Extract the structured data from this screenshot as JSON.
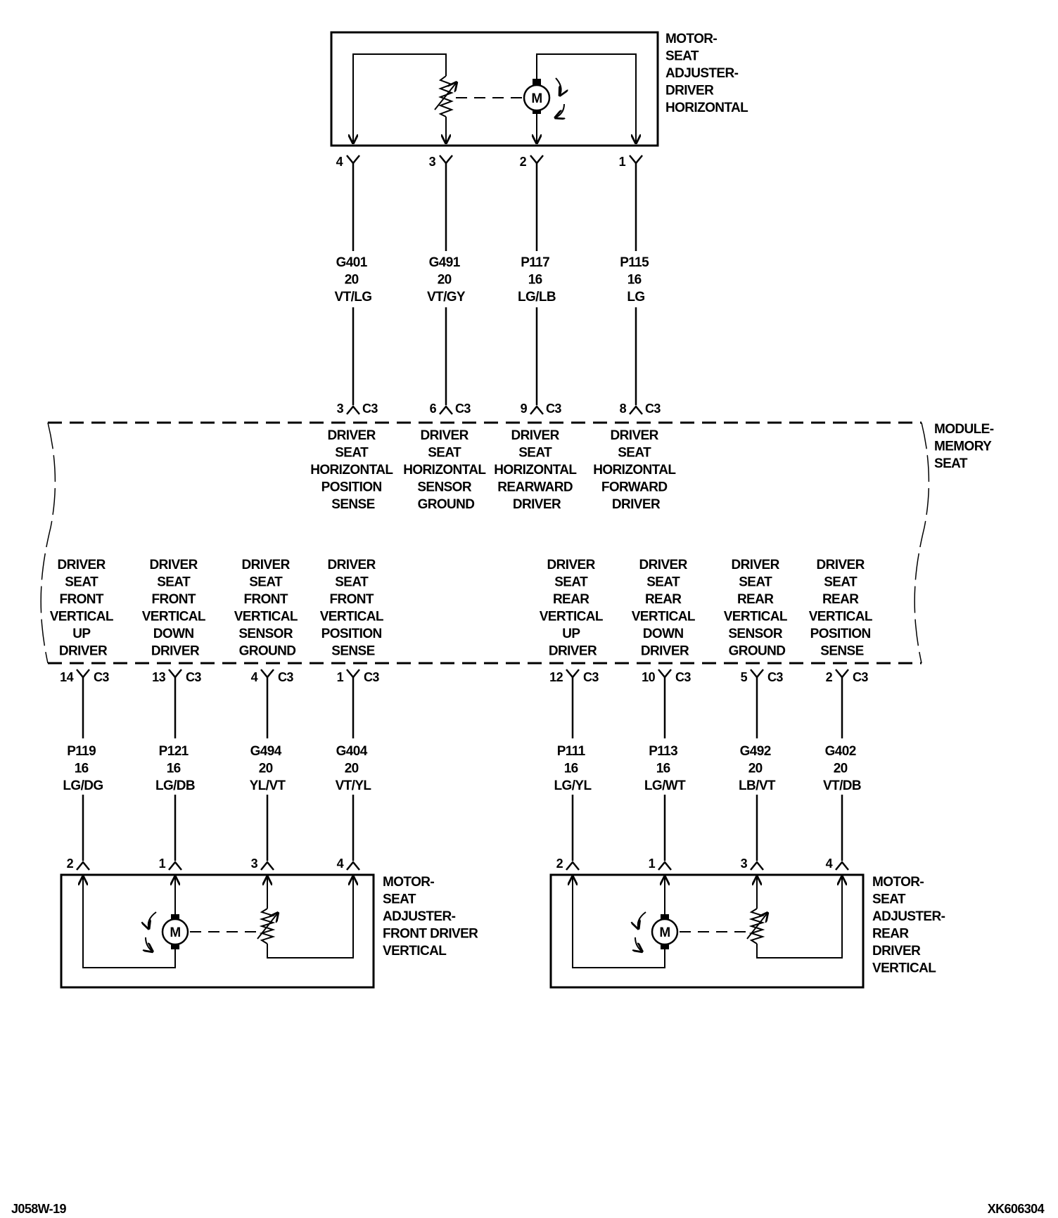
{
  "top_motor": {
    "name": [
      "MOTOR-",
      "SEAT",
      "ADJUSTER-",
      "DRIVER",
      "HORIZONTAL"
    ],
    "pins": [
      "4",
      "3",
      "2",
      "1"
    ]
  },
  "top_wires": [
    {
      "circuit": "G401",
      "gauge": "20",
      "color": "VT/LG"
    },
    {
      "circuit": "G491",
      "gauge": "20",
      "color": "VT/GY"
    },
    {
      "circuit": "P117",
      "gauge": "16",
      "color": "LG/LB"
    },
    {
      "circuit": "P115",
      "gauge": "16",
      "color": "LG"
    }
  ],
  "module": {
    "name": [
      "MODULE-",
      "MEMORY",
      "SEAT"
    ],
    "connector": "C3",
    "top_pins": [
      "3",
      "6",
      "9",
      "8"
    ],
    "top_functions": [
      [
        "DRIVER",
        "SEAT",
        "HORIZONTAL",
        "POSITION",
        "SENSE"
      ],
      [
        "DRIVER",
        "SEAT",
        "HORIZONTAL",
        "SENSOR",
        "GROUND"
      ],
      [
        "DRIVER",
        "SEAT",
        "HORIZONTAL",
        "REARWARD",
        "DRIVER"
      ],
      [
        "DRIVER",
        "SEAT",
        "HORIZONTAL",
        "FORWARD",
        "DRIVER"
      ]
    ],
    "bottom_pins": [
      "14",
      "13",
      "4",
      "1",
      "12",
      "10",
      "5",
      "2"
    ],
    "bottom_functions": [
      [
        "DRIVER",
        "SEAT",
        "FRONT",
        "VERTICAL",
        "UP",
        "DRIVER"
      ],
      [
        "DRIVER",
        "SEAT",
        "FRONT",
        "VERTICAL",
        "DOWN",
        "DRIVER"
      ],
      [
        "DRIVER",
        "SEAT",
        "FRONT",
        "VERTICAL",
        "SENSOR",
        "GROUND"
      ],
      [
        "DRIVER",
        "SEAT",
        "FRONT",
        "VERTICAL",
        "POSITION",
        "SENSE"
      ],
      [
        "DRIVER",
        "SEAT",
        "REAR",
        "VERTICAL",
        "UP",
        "DRIVER"
      ],
      [
        "DRIVER",
        "SEAT",
        "REAR",
        "VERTICAL",
        "DOWN",
        "DRIVER"
      ],
      [
        "DRIVER",
        "SEAT",
        "REAR",
        "VERTICAL",
        "SENSOR",
        "GROUND"
      ],
      [
        "DRIVER",
        "SEAT",
        "REAR",
        "VERTICAL",
        "POSITION",
        "SENSE"
      ]
    ]
  },
  "bottom_wires": [
    {
      "circuit": "P119",
      "gauge": "16",
      "color": "LG/DG"
    },
    {
      "circuit": "P121",
      "gauge": "16",
      "color": "LG/DB"
    },
    {
      "circuit": "G494",
      "gauge": "20",
      "color": "YL/VT"
    },
    {
      "circuit": "G404",
      "gauge": "20",
      "color": "VT/YL"
    },
    {
      "circuit": "P111",
      "gauge": "16",
      "color": "LG/YL"
    },
    {
      "circuit": "P113",
      "gauge": "16",
      "color": "LG/WT"
    },
    {
      "circuit": "G492",
      "gauge": "20",
      "color": "LB/VT"
    },
    {
      "circuit": "G402",
      "gauge": "20",
      "color": "VT/DB"
    }
  ],
  "front_motor": {
    "name": [
      "MOTOR-",
      "SEAT",
      "ADJUSTER-",
      "FRONT DRIVER",
      "VERTICAL"
    ],
    "pins": [
      "2",
      "1",
      "3",
      "4"
    ]
  },
  "rear_motor": {
    "name": [
      "MOTOR-",
      "SEAT",
      "ADJUSTER-",
      "REAR",
      "DRIVER",
      "VERTICAL"
    ],
    "pins": [
      "2",
      "1",
      "3",
      "4"
    ]
  },
  "motor_symbol": "M",
  "footer": {
    "left": "J058W-19",
    "right": "XK606304"
  }
}
